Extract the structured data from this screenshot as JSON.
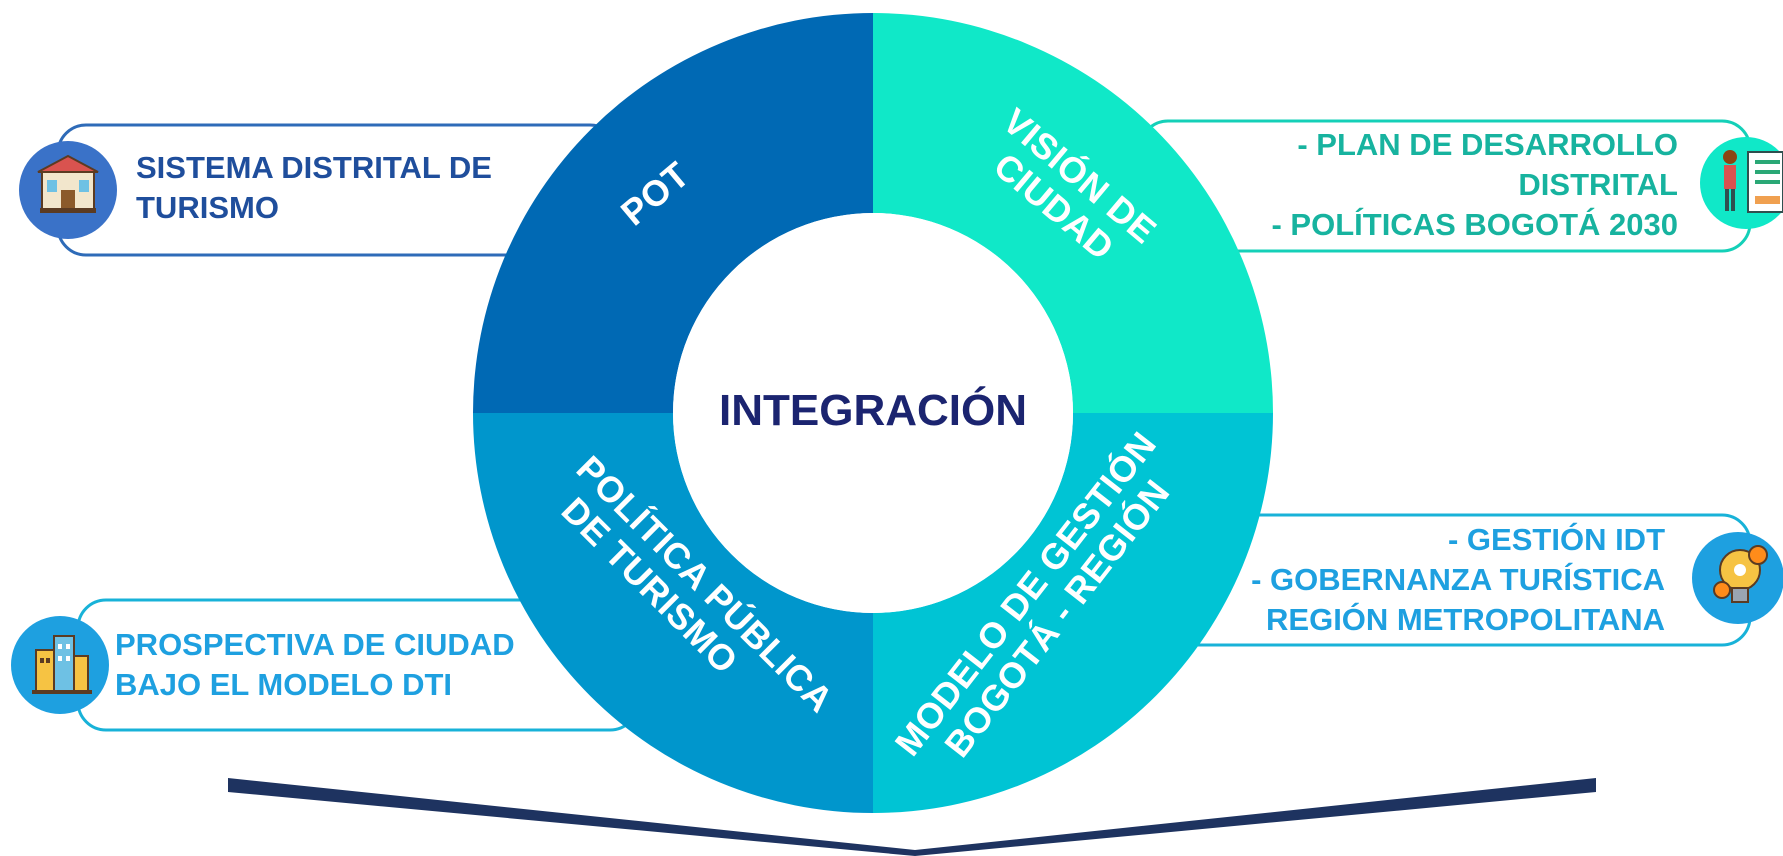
{
  "colors": {
    "pot": "#0069b4",
    "vision": "#10e8c8",
    "modelo": "#00c4d4",
    "politica": "#0096cc",
    "arrow": "#1e3360",
    "center_text": "#1b2470",
    "label_dark_blue": "#1f4e9c",
    "label_teal": "#17b39f",
    "label_blue": "#1ea0e0",
    "box_outline_blue": "#2e6bb8",
    "box_outline_teal": "#14d0b8",
    "box_outline_cyan": "#18b2d8"
  },
  "center": {
    "label": "INTEGRACIÓN"
  },
  "segments": {
    "pot": {
      "lines": [
        "POT"
      ]
    },
    "vision": {
      "lines": [
        "VISIÓN DE",
        "CIUDAD"
      ]
    },
    "modelo": {
      "lines": [
        "MODELO DE GESTIÓN",
        "BOGOTÁ - REGIÓN"
      ]
    },
    "politica": {
      "lines": [
        "POLÍTICA PÚBLICA",
        "DE TURISMO"
      ]
    }
  },
  "boxes": {
    "sistema": {
      "lines": [
        "SISTEMA DISTRITAL DE",
        "TURISMO"
      ],
      "icon": "building-icon"
    },
    "plan": {
      "lines": [
        "- PLAN DE DESARROLLO",
        "DISTRITAL",
        "- POLÍTICAS BOGOTÁ 2030"
      ],
      "icon": "presenter-icon"
    },
    "gestion": {
      "lines": [
        "- GESTIÓN IDT",
        "- GOBERNANZA TURÍSTICA",
        "REGIÓN METROPOLITANA"
      ],
      "icon": "gear-bulb-icon"
    },
    "prospectiva": {
      "lines": [
        "PROSPECTIVA DE CIUDAD",
        "BAJO EL MODELO DTI"
      ],
      "icon": "city-icon"
    }
  }
}
